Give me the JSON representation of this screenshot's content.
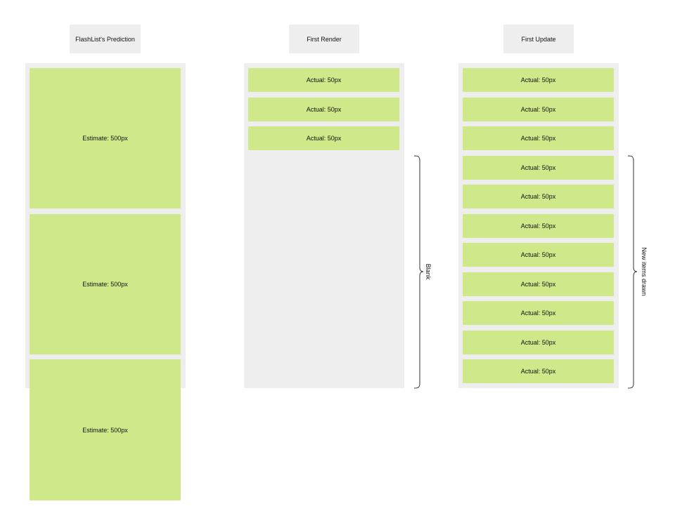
{
  "colors": {
    "item_fill": "#cfe98a",
    "panel_fill": "#eeeeee",
    "header_fill": "#eeeeee",
    "brace_stroke": "#333333"
  },
  "columns": [
    {
      "header": "FlashList's Prediction",
      "items": [
        "Estimate: 500px",
        "Estimate: 500px",
        "Estimate: 500px"
      ]
    },
    {
      "header": "First Render",
      "items": [
        "Actual: 50px",
        "Actual: 50px",
        "Actual: 50px"
      ],
      "brace_label": "Blank"
    },
    {
      "header": "First Update",
      "items": [
        "Actual: 50px",
        "Actual: 50px",
        "Actual: 50px",
        "Actual: 50px",
        "Actual: 50px",
        "Actual: 50px",
        "Actual: 50px",
        "Actual: 50px",
        "Actual: 50px",
        "Actual: 50px",
        "Actual: 50px"
      ],
      "brace_label": "New items drawn"
    }
  ]
}
